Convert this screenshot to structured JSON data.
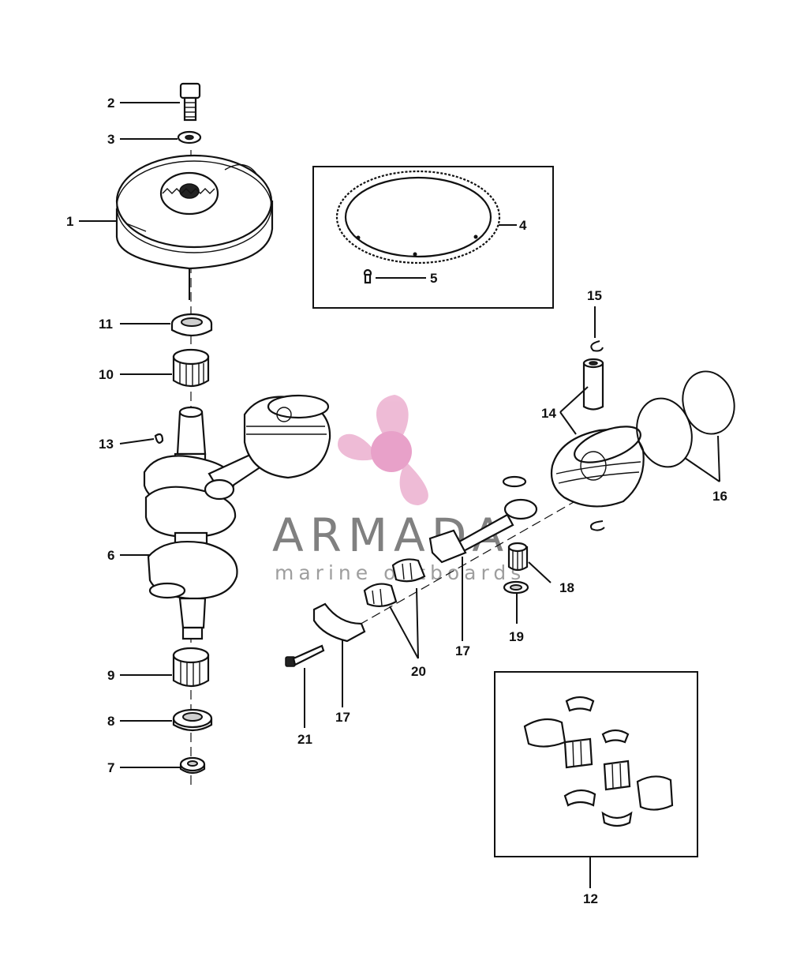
{
  "labels": {
    "l1": "1",
    "l2": "2",
    "l3": "3",
    "l4": "4",
    "l5": "5",
    "l6": "6",
    "l7": "7",
    "l8": "8",
    "l9": "9",
    "l10": "10",
    "l11": "11",
    "l12": "12",
    "l13": "13",
    "l14": "14",
    "l15": "15",
    "l16": "16",
    "l17a": "17",
    "l17b": "17",
    "l18": "18",
    "l19": "19",
    "l20": "20",
    "l21": "21"
  },
  "watermark": {
    "brand": "ARMADA",
    "tagline": "marine outboards",
    "logo_color": "#e8a2c8"
  }
}
